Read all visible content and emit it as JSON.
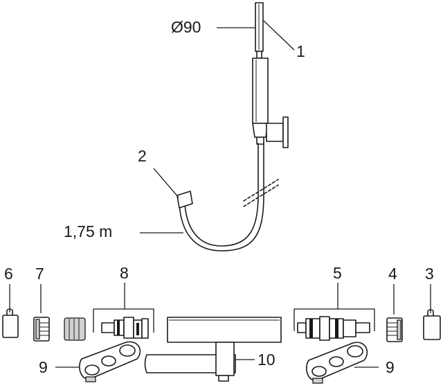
{
  "labels": {
    "diameter": "Ø90",
    "hose_length": "1,75 m",
    "item_1": "1",
    "item_2": "2",
    "item_3": "3",
    "item_4": "4",
    "item_5": "5",
    "item_6": "6",
    "item_7": "7",
    "item_8": "8",
    "item_9_left": "9",
    "item_9_right": "9",
    "item_10": "10"
  }
}
